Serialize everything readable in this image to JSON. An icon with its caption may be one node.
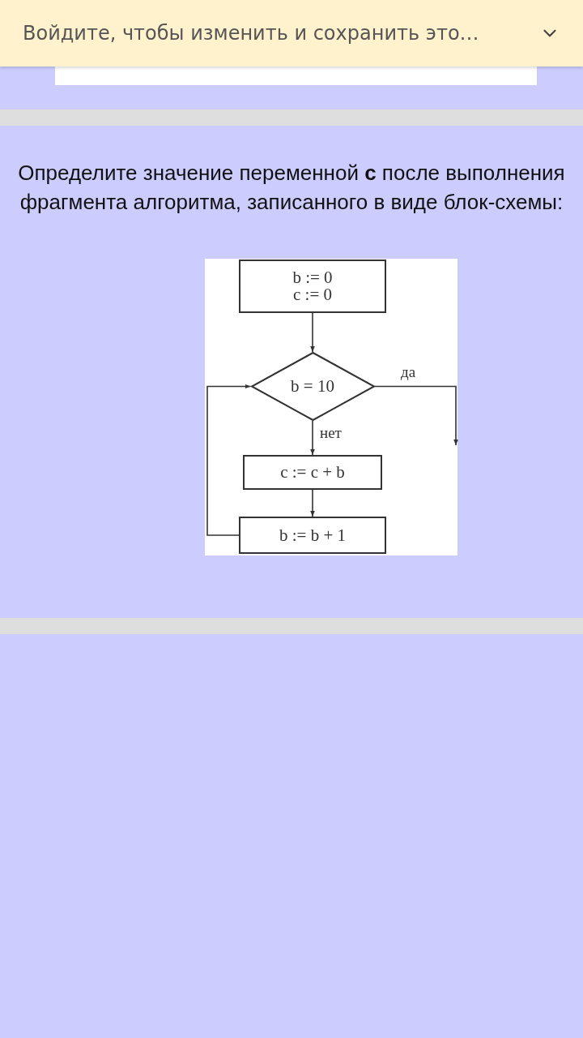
{
  "diagram": {
    "title": "Определите значение переменной **c** после выполнения фрагмента алгоритма, записанного в виде блок-схемы:",
    "nodes": [
      {
        "text": [
          "b := 0",
          "c := 0"
        ]
      },
      {
        "text": [
          "b = 10"
        ]
      },
      {
        "text": [
          "c := c + b"
        ]
      },
      {
        "text": [
          "b := b + 1"
        ]
      }
    ],
    "edges": [
      {
        "from": 0,
        "to": 1,
        "arrow": "to"
      },
      {
        "from": 1,
        "to": 2,
        "arrow": "to",
        "label": "нет"
      },
      {
        "from": 2,
        "to": 3,
        "arrow": "to"
      },
      {
        "from": 3,
        "to": 1,
        "arrow": "to"
      },
      {
        "from": 1,
        "to": null,
        "arrow": "to",
        "label": "да"
      }
    ],
    "labels": [
      "Войдите, чтобы изменить и сохранить это…"
    ]
  }
}
